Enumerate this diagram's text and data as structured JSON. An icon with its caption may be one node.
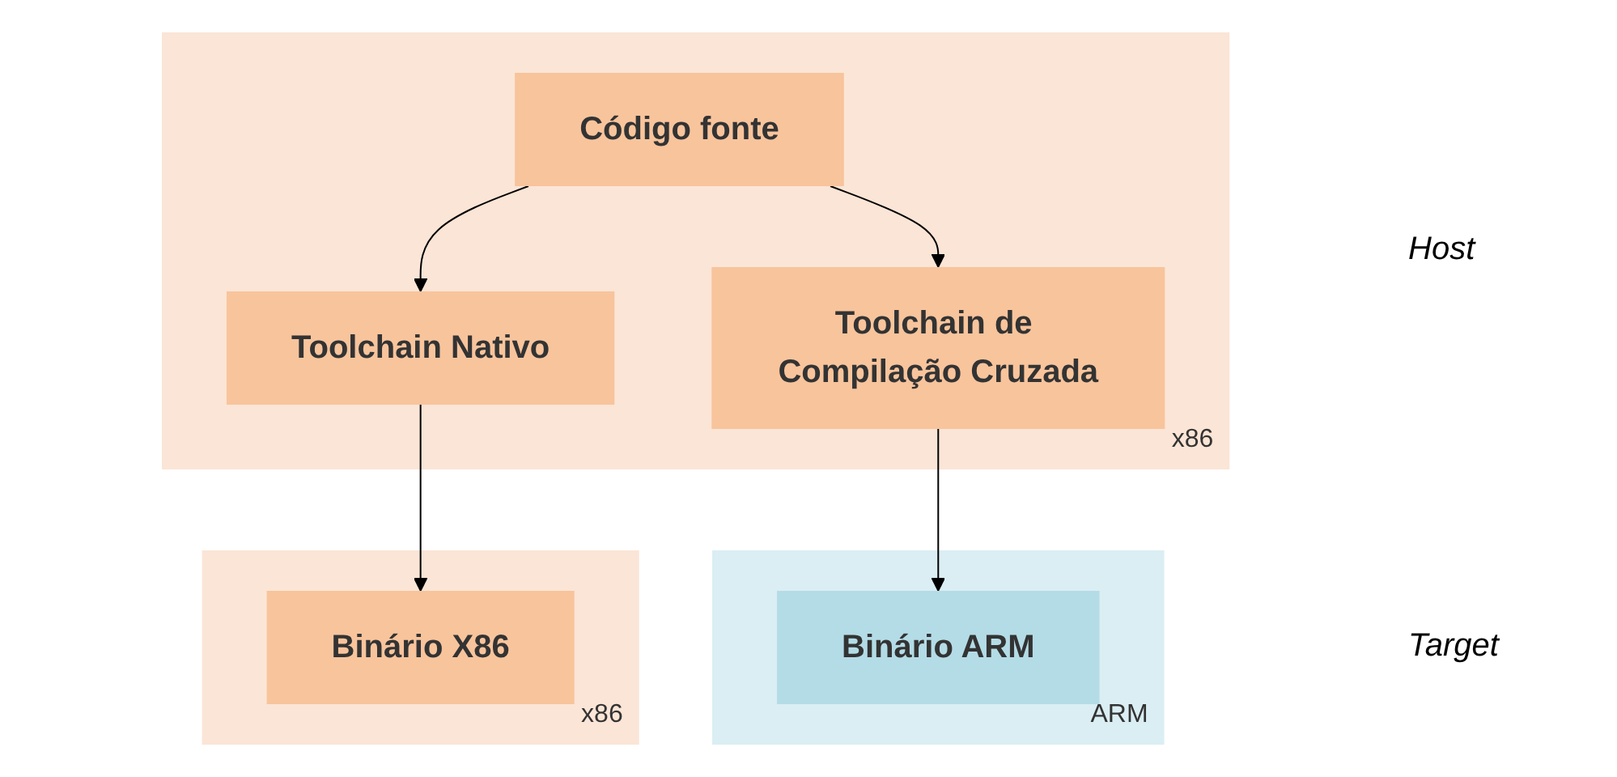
{
  "diagram": {
    "nodes": [
      {
        "text": [
          "x86"
        ]
      },
      {
        "text": [
          "Código fonte"
        ],
        "in": 0
      },
      {
        "text": [
          "Toolchain Nativo"
        ],
        "in": 0
      },
      {
        "text": [
          "Toolchain de Compilação Cruzada"
        ],
        "in": 0
      },
      {
        "text": [
          "x86"
        ]
      },
      {
        "text": [
          "Binário X86"
        ],
        "in": 4
      },
      {
        "text": [
          "ARM"
        ]
      },
      {
        "text": [
          "Binário ARM"
        ],
        "in": 6
      }
    ],
    "edges": [
      {
        "from": 1,
        "to": 2,
        "arrow": "to"
      },
      {
        "from": 1,
        "to": 3,
        "arrow": "to"
      },
      {
        "from": 2,
        "to": 5,
        "arrow": "to"
      },
      {
        "from": 3,
        "to": 7,
        "arrow": "to"
      }
    ],
    "labels": [
      "Host",
      "Target"
    ]
  }
}
